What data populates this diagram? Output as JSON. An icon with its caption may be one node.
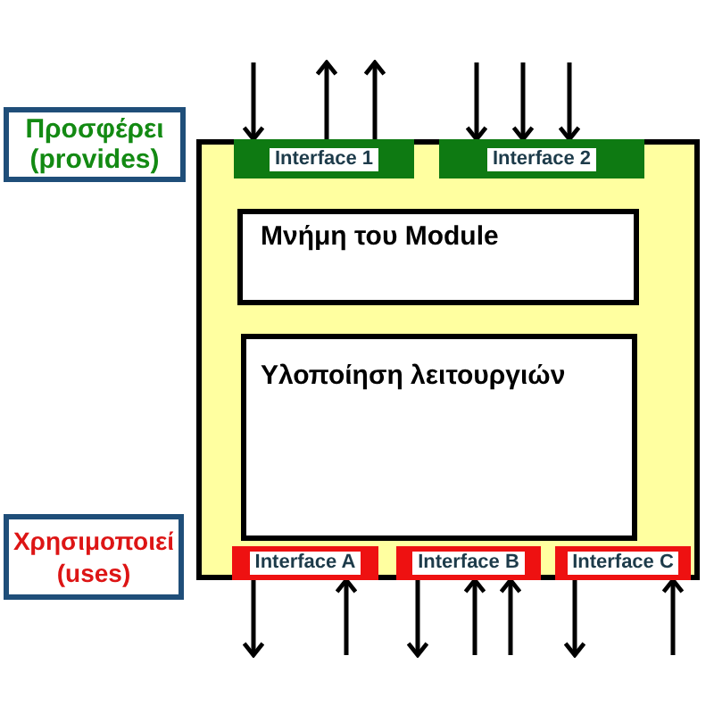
{
  "diagram": {
    "nodes": [
      {
        "text": [
          "Προσφέρει (provides)"
        ]
      },
      {
        "text": [],
        "shape": "box"
      },
      {
        "text": [
          "Interface 1"
        ],
        "in": 1
      },
      {
        "text": [
          "Interface 2"
        ],
        "in": 1
      },
      {
        "text": [
          "Μνήμη του Module"
        ],
        "in": 1
      },
      {
        "text": [
          "Υλοποίηση λειτουργιών"
        ],
        "in": 1
      },
      {
        "text": [
          "Χρησιμοποιεί (uses)"
        ]
      },
      {
        "text": [
          "Interface A"
        ],
        "in": 1
      },
      {
        "text": [
          "Interface B"
        ],
        "in": 1
      },
      {
        "text": [
          "Interface C"
        ],
        "in": 1
      }
    ],
    "edges": [
      {
        "from": null,
        "to": 2,
        "arrow": "to"
      },
      {
        "from": 2,
        "to": null,
        "arrow": "to"
      },
      {
        "from": 2,
        "to": null,
        "arrow": "to"
      },
      {
        "from": null,
        "to": 3,
        "arrow": "to"
      },
      {
        "from": null,
        "to": 3,
        "arrow": "to"
      },
      {
        "from": null,
        "to": 3,
        "arrow": "to"
      },
      {
        "from": 7,
        "to": null,
        "arrow": "to"
      },
      {
        "from": null,
        "to": 7,
        "arrow": "to"
      },
      {
        "from": 8,
        "to": null,
        "arrow": "to"
      },
      {
        "from": null,
        "to": 8,
        "arrow": "to"
      },
      {
        "from": null,
        "to": 8,
        "arrow": "to"
      },
      {
        "from": 9,
        "to": null,
        "arrow": "to"
      },
      {
        "from": null,
        "to": 9,
        "arrow": "to"
      }
    ]
  }
}
